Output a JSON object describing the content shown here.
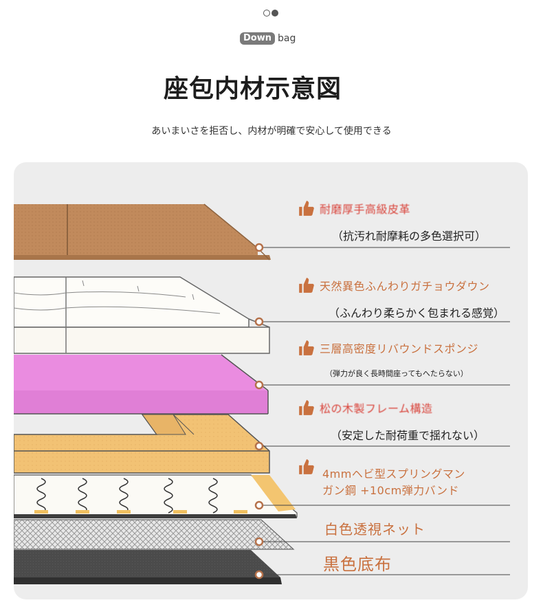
{
  "header": {
    "tag_pill": "Down",
    "tag_word": "bag",
    "title": "座包内材示意図",
    "subtitle": "あいまいさを拒否し、内材が明確で安心して使用できる"
  },
  "icons": {
    "indicator": "carousel-dots-icon",
    "thumb": "thumbs-up-icon",
    "marker": "ring-marker-icon"
  },
  "colors": {
    "accent": "#c9713f",
    "leather": "#c18a5c",
    "sponge": "#e985dd",
    "wood": "#f2c274",
    "base": "#4a4a4a",
    "panel": "#ededed"
  },
  "layers": [
    {
      "main": "耐磨厚手高級皮革",
      "sub": "（抗汚れ耐摩耗の多色選択可）"
    },
    {
      "main": "天然異色ふんわりガチョウダウン",
      "sub": "（ふんわり柔らかく包まれる感覚）"
    },
    {
      "main": "三層高密度リバウンドスポンジ",
      "sub": "（弾力が良く長時間座ってもへたらない）"
    },
    {
      "main": "松の木製フレーム構造",
      "sub": "（安定した耐荷重で揺れない）"
    },
    {
      "main_line1": "4mmヘビ型スプリングマン",
      "main_line2": "ガン鋼 +10cm弾力バンド"
    },
    {
      "main": "白色透視ネット"
    },
    {
      "main": "黒色底布"
    }
  ]
}
